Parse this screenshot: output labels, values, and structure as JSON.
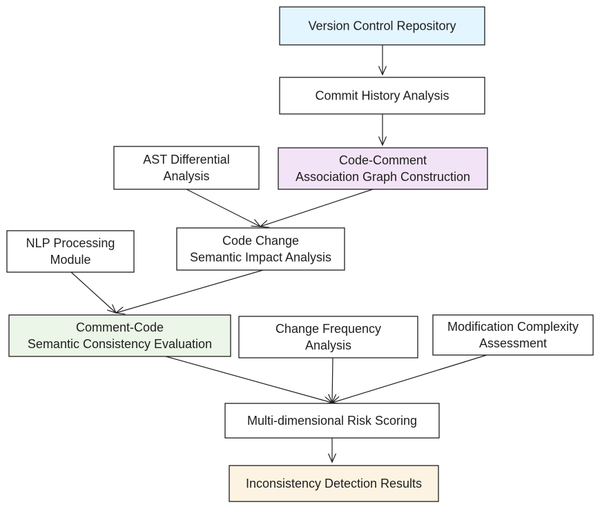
{
  "colors": {
    "stroke": "#1e1e1e",
    "text": "#1e1e1e",
    "blue_fill": "#e3f5fe",
    "purple_fill": "#f3e3f6",
    "green_fill": "#ebf5e8",
    "orange_fill": "#fdf3e3",
    "white_fill": "#ffffff"
  },
  "nodes": {
    "version_control_repository": {
      "lines": [
        "Version Control Repository"
      ],
      "fill": "blue_fill"
    },
    "commit_history_analysis": {
      "lines": [
        "Commit History Analysis"
      ],
      "fill": "white_fill"
    },
    "ast_differential_analysis": {
      "lines": [
        "AST Differential",
        "Analysis"
      ],
      "fill": "white_fill"
    },
    "code_comment_graph": {
      "lines": [
        "Code-Comment",
        "Association Graph Construction"
      ],
      "fill": "purple_fill"
    },
    "nlp_processing_module": {
      "lines": [
        "NLP Processing",
        "Module"
      ],
      "fill": "white_fill"
    },
    "code_change_impact": {
      "lines": [
        "Code Change",
        "Semantic Impact Analysis"
      ],
      "fill": "white_fill"
    },
    "comment_code_consistency": {
      "lines": [
        "Comment-Code",
        "Semantic Consistency Evaluation"
      ],
      "fill": "green_fill"
    },
    "change_frequency_analysis": {
      "lines": [
        "Change Frequency",
        "Analysis"
      ],
      "fill": "white_fill"
    },
    "modification_complexity": {
      "lines": [
        "Modification Complexity",
        "Assessment"
      ],
      "fill": "white_fill"
    },
    "risk_scoring": {
      "lines": [
        "Multi-dimensional Risk Scoring"
      ],
      "fill": "white_fill"
    },
    "detection_results": {
      "lines": [
        "Inconsistency Detection Results"
      ],
      "fill": "orange_fill"
    }
  },
  "edges": [
    {
      "from": "version_control_repository",
      "to": "commit_history_analysis"
    },
    {
      "from": "commit_history_analysis",
      "to": "code_comment_graph"
    },
    {
      "from": "ast_differential_analysis",
      "to": "code_change_impact"
    },
    {
      "from": "code_comment_graph",
      "to": "code_change_impact"
    },
    {
      "from": "nlp_processing_module",
      "to": "comment_code_consistency"
    },
    {
      "from": "code_change_impact",
      "to": "comment_code_consistency"
    },
    {
      "from": "comment_code_consistency",
      "to": "risk_scoring"
    },
    {
      "from": "change_frequency_analysis",
      "to": "risk_scoring"
    },
    {
      "from": "modification_complexity",
      "to": "risk_scoring"
    },
    {
      "from": "risk_scoring",
      "to": "detection_results"
    }
  ]
}
